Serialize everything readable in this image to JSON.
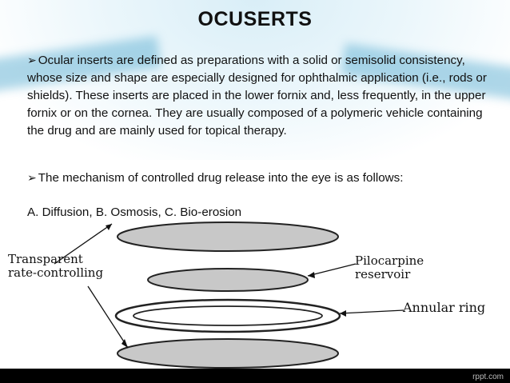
{
  "title": "OCUSERTS",
  "paragraph1": "Ocular inserts are defined as preparations with a solid or semisolid consistency, whose size and shape are especially designed for ophthalmic application (i.e., rods or shields). These inserts are placed in the lower fornix and, less frequently, in the upper fornix or on the cornea. They are usually composed of a polymeric vehicle containing the drug and are mainly used for topical therapy.",
  "paragraph2": "The mechanism of controlled drug release into the eye is as follows:",
  "paragraph3": "A. Diffusion, B. Osmosis, C. Bio-erosion",
  "bullet_icon": "arrow-bullet",
  "diagram": {
    "label_left_line1": "Transparent",
    "label_left_line2": "rate-controlling",
    "label_pilo_line1": "Pilocarpine",
    "label_pilo_line2": "reservoir",
    "label_ring": "Annular ring"
  },
  "footer": "rppt.com",
  "colors": {
    "accent": "#6cb6d6",
    "disc_fill": "#c8c8c8"
  }
}
